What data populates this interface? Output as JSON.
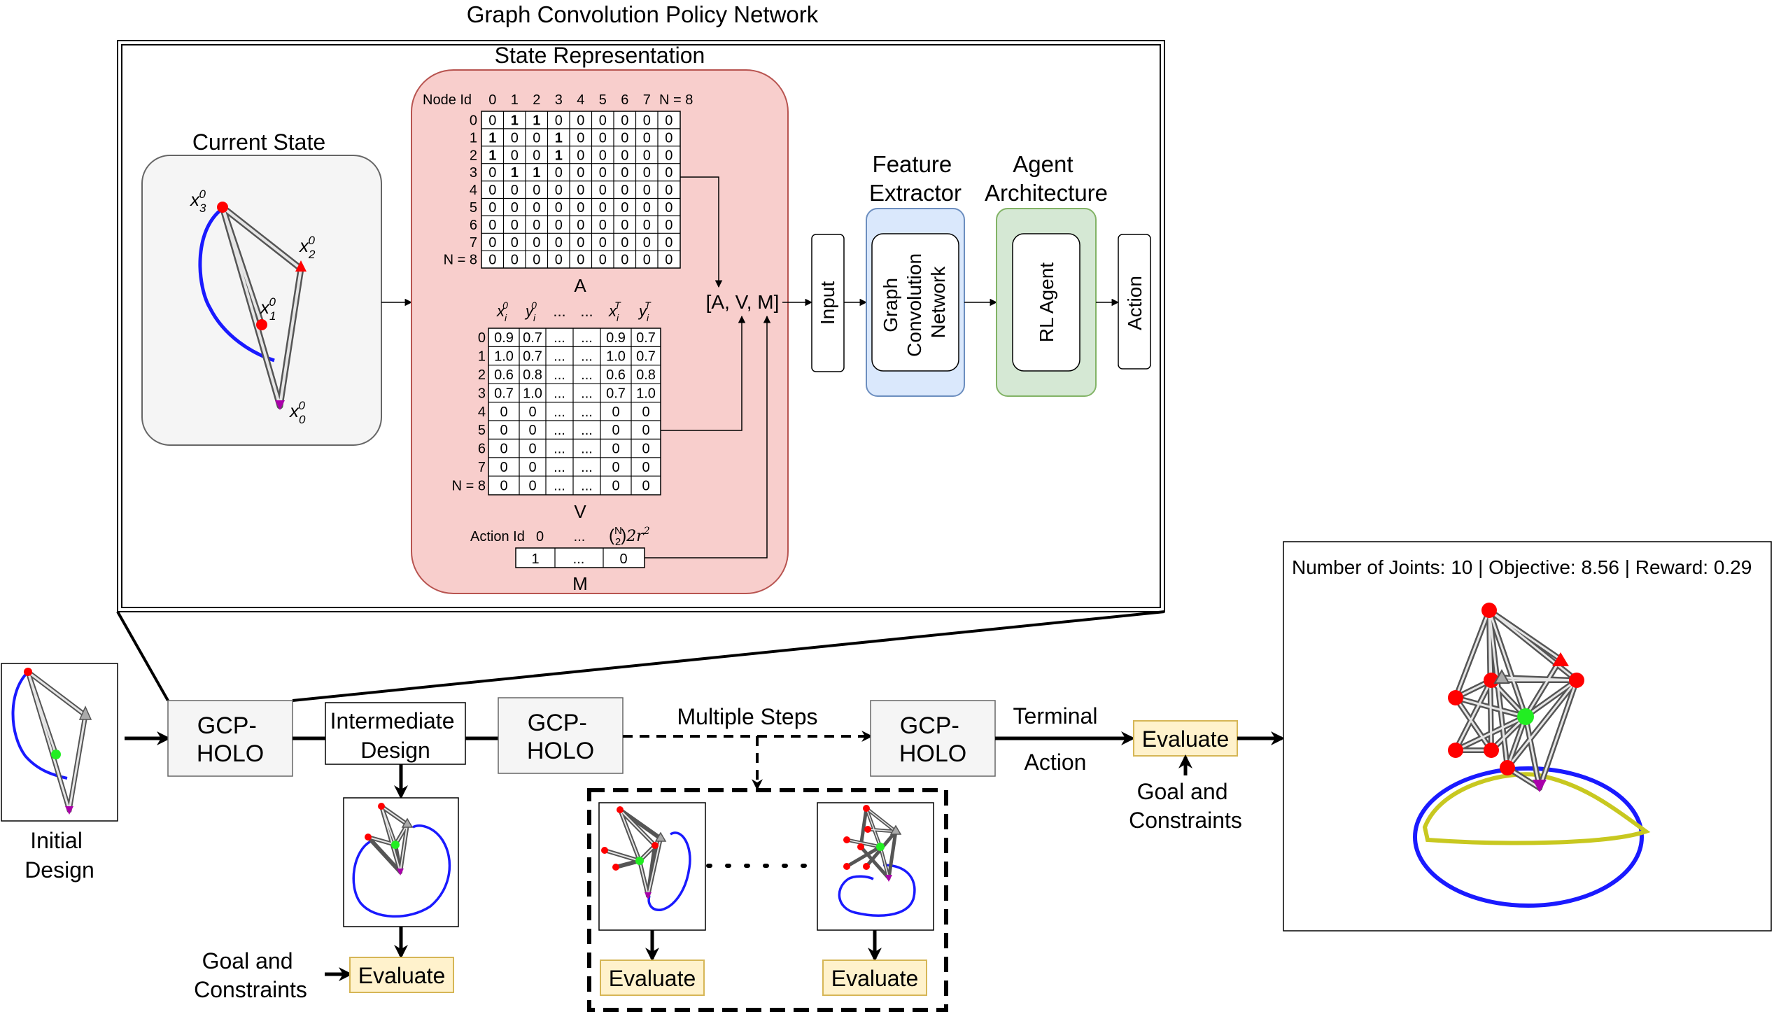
{
  "title": "Graph Convolution Policy Network",
  "state_representation_title": "State Representation",
  "current_state": {
    "title": "Current State",
    "node_labels": [
      {
        "base": "x",
        "sub": "3",
        "sup": "0"
      },
      {
        "base": "x",
        "sub": "2",
        "sup": "0"
      },
      {
        "base": "x",
        "sub": "1",
        "sup": "0"
      },
      {
        "base": "x",
        "sub": "0",
        "sup": "0"
      }
    ]
  },
  "adjacency": {
    "name": "A",
    "header_label": "Node Id",
    "col_headers": [
      "0",
      "1",
      "2",
      "3",
      "4",
      "5",
      "6",
      "7",
      "N = 8"
    ],
    "row_headers": [
      "0",
      "1",
      "2",
      "3",
      "4",
      "5",
      "6",
      "7",
      "N = 8"
    ],
    "rows": [
      [
        "0",
        "1",
        "1",
        "0",
        "0",
        "0",
        "0",
        "0",
        "0"
      ],
      [
        "1",
        "0",
        "0",
        "1",
        "0",
        "0",
        "0",
        "0",
        "0"
      ],
      [
        "1",
        "0",
        "0",
        "1",
        "0",
        "0",
        "0",
        "0",
        "0"
      ],
      [
        "0",
        "1",
        "1",
        "0",
        "0",
        "0",
        "0",
        "0",
        "0"
      ],
      [
        "0",
        "0",
        "0",
        "0",
        "0",
        "0",
        "0",
        "0",
        "0"
      ],
      [
        "0",
        "0",
        "0",
        "0",
        "0",
        "0",
        "0",
        "0",
        "0"
      ],
      [
        "0",
        "0",
        "0",
        "0",
        "0",
        "0",
        "0",
        "0",
        "0"
      ],
      [
        "0",
        "0",
        "0",
        "0",
        "0",
        "0",
        "0",
        "0",
        "0"
      ],
      [
        "0",
        "0",
        "0",
        "0",
        "0",
        "0",
        "0",
        "0",
        "0"
      ]
    ]
  },
  "features": {
    "name": "V",
    "col_headers": [
      {
        "base": "x",
        "sub": "i",
        "sup": "0"
      },
      {
        "base": "y",
        "sub": "i",
        "sup": "0"
      },
      {
        "text": "..."
      },
      {
        "text": "..."
      },
      {
        "base": "x",
        "sub": "i",
        "sup": "T"
      },
      {
        "base": "y",
        "sub": "i",
        "sup": "T"
      }
    ],
    "row_headers": [
      "0",
      "1",
      "2",
      "3",
      "4",
      "5",
      "6",
      "7",
      "N = 8"
    ],
    "rows": [
      [
        "0.9",
        "0.7",
        "...",
        "...",
        "0.9",
        "0.7"
      ],
      [
        "1.0",
        "0.7",
        "...",
        "...",
        "1.0",
        "0.7"
      ],
      [
        "0.6",
        "0.8",
        "...",
        "...",
        "0.6",
        "0.8"
      ],
      [
        "0.7",
        "1.0",
        "...",
        "...",
        "0.7",
        "1.0"
      ],
      [
        "0",
        "0",
        "...",
        "...",
        "0",
        "0"
      ],
      [
        "0",
        "0",
        "...",
        "...",
        "0",
        "0"
      ],
      [
        "0",
        "0",
        "...",
        "...",
        "0",
        "0"
      ],
      [
        "0",
        "0",
        "...",
        "...",
        "0",
        "0"
      ],
      [
        "0",
        "0",
        "...",
        "...",
        "0",
        "0"
      ]
    ]
  },
  "mask": {
    "name": "M",
    "header_label": "Action Id",
    "header_start": "0",
    "header_mid": "...",
    "header_end": "(N 2)2r²",
    "cells": [
      "1",
      "...",
      "0"
    ]
  },
  "state_tuple": "[A, V, M]",
  "pipeline": {
    "input_label": "Input",
    "feature_extractor_title": [
      "Feature",
      "Extractor"
    ],
    "gcn_label": [
      "Graph",
      "Convolution",
      "Network"
    ],
    "agent_title": [
      "Agent",
      "Architecture"
    ],
    "rl_agent_label": "RL Agent",
    "action_label": "Action"
  },
  "flow": {
    "initial_design": [
      "Initial",
      "Design"
    ],
    "gcp_holo": [
      "GCP-",
      "HOLO"
    ],
    "intermediate_design": [
      "Intermediate",
      "Design"
    ],
    "multiple_steps": "Multiple Steps",
    "terminal": "Terminal",
    "action": "Action",
    "evaluate": "Evaluate",
    "goal_constraints": [
      "Goal and",
      "Constraints"
    ]
  },
  "result": {
    "caption": "Number of Joints: 10 | Objective: 8.56 | Reward: 0.29"
  },
  "colors": {
    "state_rep_fill": "#f8cecc",
    "state_rep_stroke": "#b85450",
    "current_state_fill": "#f5f5f5",
    "feature_fill": "#dae8fc",
    "feature_stroke": "#6c8ebf",
    "agent_fill": "#d5e8d4",
    "agent_stroke": "#82b366",
    "evaluate_fill": "#fff2cc",
    "evaluate_stroke": "#d6b656",
    "gcp_fill": "#f5f5f5",
    "curve_blue": "#1a1aff",
    "curve_yellow": "#c8c820",
    "joint_red": "#ff0000",
    "joint_green": "#22ee22",
    "joint_purple": "#aa00aa",
    "joint_gray": "#aaaaaa"
  }
}
